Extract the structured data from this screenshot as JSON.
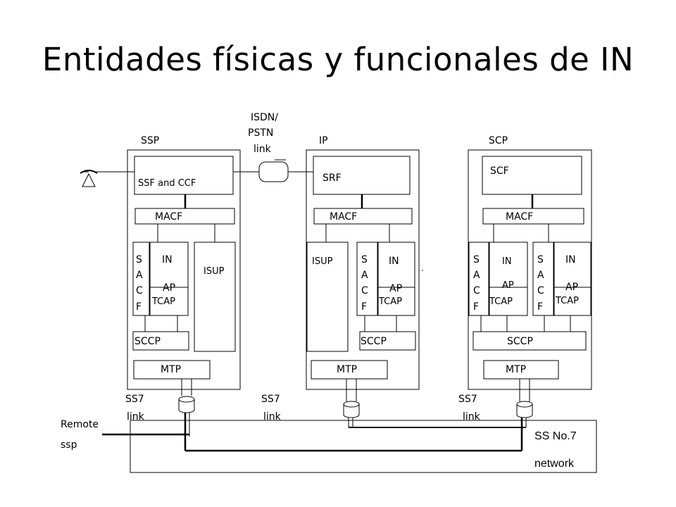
{
  "title": "Entidades físicas y funcionales de IN",
  "isdn_link": {
    "line1": "ISDN/",
    "line2": "PSTN",
    "line3": "link"
  },
  "nodes": {
    "ssp": {
      "label": "SSP",
      "function": "SSF and CCF",
      "macf": "MACF",
      "in": "IN",
      "ap": "AP",
      "tcap": "TCAP",
      "sacf": [
        "S",
        "A",
        "C",
        "F"
      ],
      "isup": "ISUP",
      "sccp": "SCCP",
      "mtp": "MTP"
    },
    "ip": {
      "label": "IP",
      "function": "SRF",
      "macf": "MACF",
      "in": "IN",
      "ap": "AP",
      "tcap": "TCAP",
      "sacf": [
        "S",
        "A",
        "C",
        "F"
      ],
      "isup": "ISUP",
      "sccp": "SCCP",
      "mtp": "MTP"
    },
    "scp": {
      "label": "SCP",
      "function": "SCF",
      "macf": "MACF",
      "in1": "IN",
      "ap1": "AP",
      "tcap1": "TCAP",
      "sacf1": [
        "S",
        "A",
        "C",
        "F"
      ],
      "in2": "IN",
      "ap2": "AP",
      "tcap2": "TCAP",
      "sacf2": [
        "S",
        "A",
        "C",
        "F"
      ],
      "sccp": "SCCP",
      "mtp": "MTP"
    }
  },
  "ss7_links": [
    {
      "line1": "SS7",
      "line2": "link"
    },
    {
      "line1": "SS7",
      "line2": "link"
    },
    {
      "line1": "SS7",
      "line2": "link"
    }
  ],
  "remote": {
    "line1": "Remote",
    "line2": "ssp"
  },
  "network": {
    "line1": "SS No.7",
    "line2": "network"
  },
  "icons": [
    "telephone-icon",
    "signaling-point-icon"
  ]
}
